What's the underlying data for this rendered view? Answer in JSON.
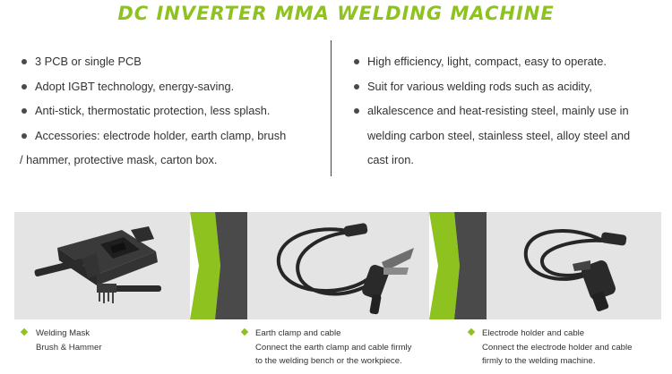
{
  "title": "DC INVERTER MMA WELDING MACHINE",
  "features_left": [
    "3 PCB or single PCB",
    "Adopt IGBT technology, energy-saving.",
    "Anti-stick, thermostatic protection, less splash.",
    "Accessories: electrode holder, earth clamp, brush",
    "/ hammer, protective mask, carton box."
  ],
  "features_right": [
    "High efficiency, light, compact, easy to operate.",
    "Suit for various welding rods such as acidity,",
    "alkalescence and heat-resisting steel, mainly use in",
    "welding carbon steel, stainless steel, alloy steel and",
    "cast iron."
  ],
  "accessories": [
    {
      "title": "Welding Mask",
      "lines": [
        "Brush & Hammer"
      ]
    },
    {
      "title": "Earth clamp and cable",
      "lines": [
        "Connect the earth clamp and cable firmly",
        "to the welding bench or the workpiece."
      ]
    },
    {
      "title": "Electrode holder and cable",
      "lines": [
        "Connect the electrode holder and cable",
        "firmly to the welding machine."
      ]
    }
  ],
  "colors": {
    "accent": "#8dc21f",
    "panel": "#e4e4e4",
    "dark_separator": "#4a4a4a"
  },
  "icons": [
    "welding-mask-icon",
    "chipping-hammer-icon",
    "wire-brush-icon",
    "earth-clamp-icon",
    "electrode-holder-icon"
  ]
}
